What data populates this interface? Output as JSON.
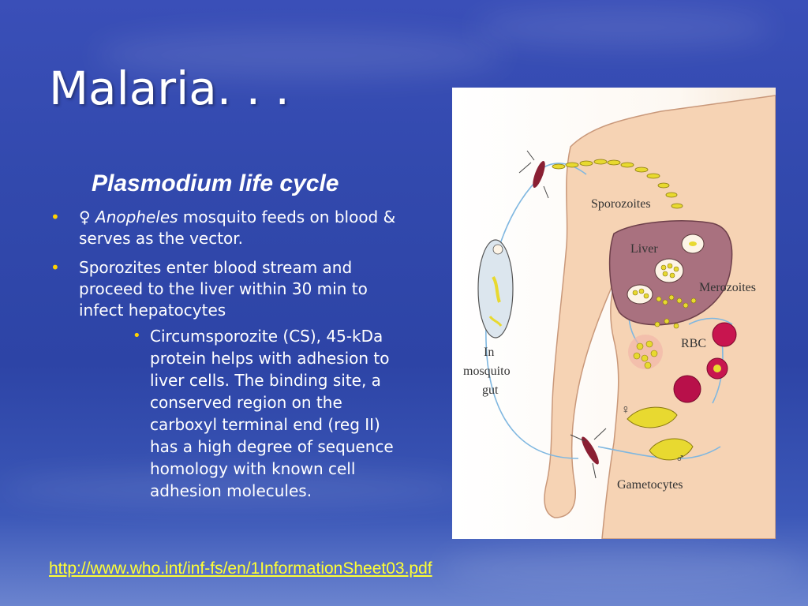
{
  "title": "Malaria. . .",
  "subtitle": "Plasmodium life cycle",
  "bullets": [
    {
      "prefix": "♀ ",
      "italic": "Anopheles",
      "text": " mosquito feeds on blood & serves as the vector."
    },
    {
      "text": "Sporozites enter blood stream and proceed to the liver within 30 min to infect hepatocytes"
    }
  ],
  "sub_bullets": [
    {
      "text": "Circumsporozite (CS), 45-kDa protein helps with adhesion to liver cells. The binding site, a conserved region on the carboxyl terminal end (reg II) has a high degree of sequence homology with known cell adhesion molecules."
    }
  ],
  "figure": {
    "labels": {
      "sporozoites": "Sporozoites",
      "liver": "Liver",
      "merozoites": "Merozoites",
      "rbc": "RBC",
      "gametocytes": "Gametocytes",
      "gut_line1": "In",
      "gut_line2": "mosquito",
      "gut_line3": "gut",
      "female_symbol": "♀",
      "male_symbol": "♂"
    }
  },
  "source_link": "http://www.who.int/inf-fs/en/1InformationSheet03.pdf",
  "colors": {
    "bullet": "#ffd200",
    "link": "#ffff33",
    "skin": "#f6d3b4",
    "liver": "#a9717f",
    "rbc": "#c8154f",
    "parasite": "#e8d930"
  }
}
